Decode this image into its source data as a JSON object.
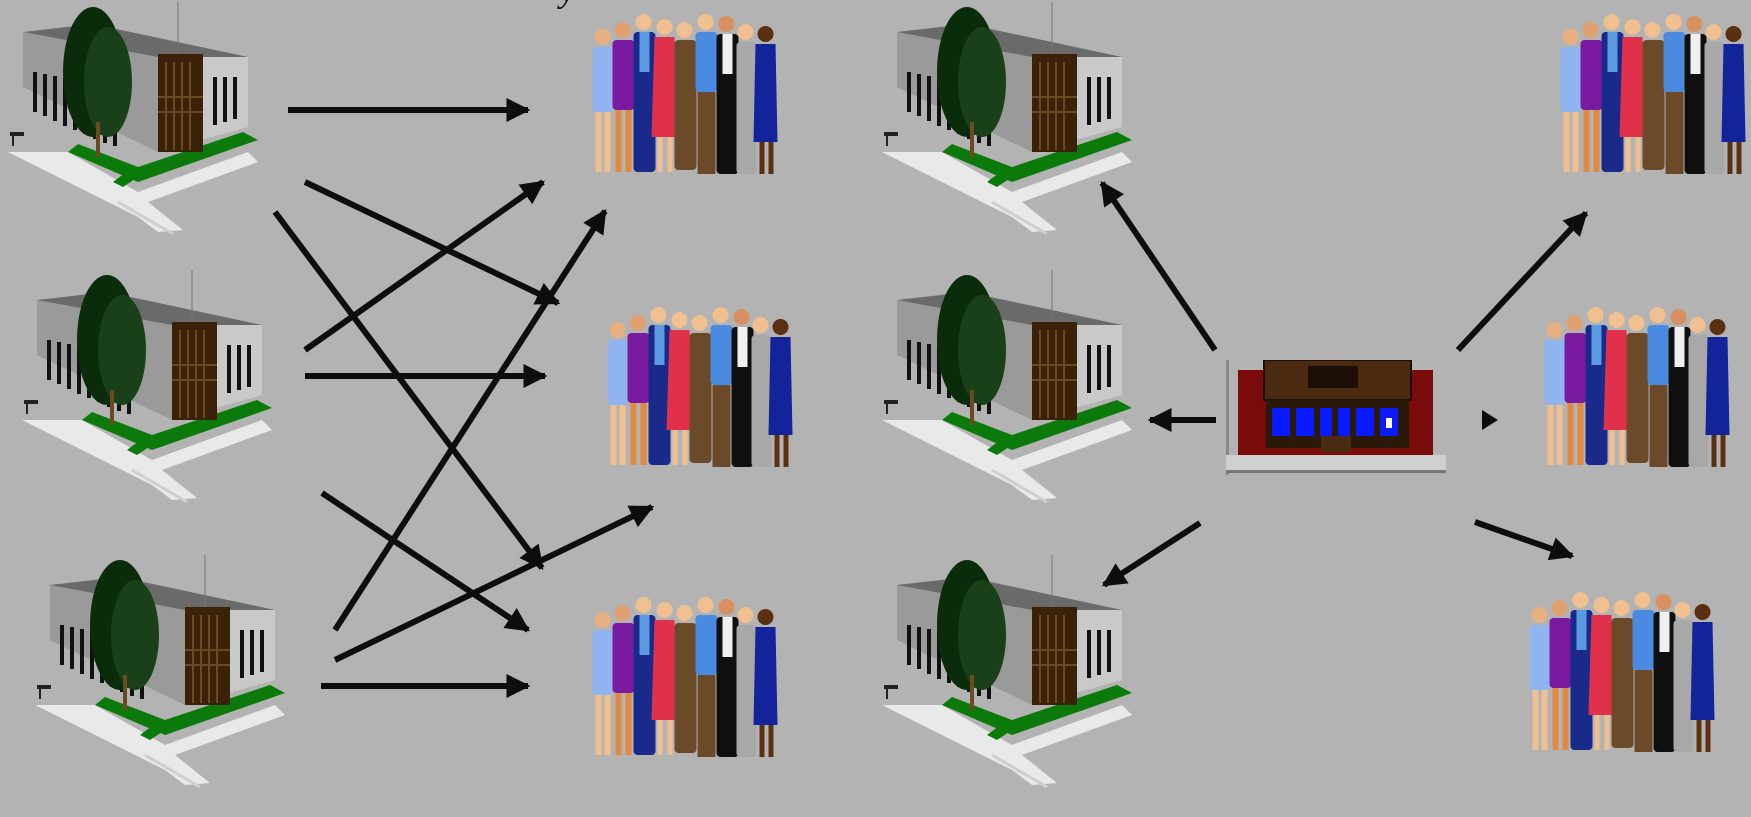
{
  "canvas": {
    "background": "#b3b3b3"
  },
  "title_fragment": "y",
  "palette": {
    "building_wall": "#8a8a8a",
    "building_light": "#c8c8c8",
    "building_dark": "#5e5e5e",
    "window": "#0f0f0f",
    "tree": "#0a2c0a",
    "tree_light": "#1e4d1e",
    "door": "#3a2108",
    "lawn": "#0b7a0b",
    "walkway": "#e6e6e6",
    "store_brick": "#7a0b0b",
    "store_roof": "#4a2a10",
    "store_glass": "#0a1aff",
    "arrow": "#0d0d0d",
    "person_colors": [
      "#8fb4ef",
      "#7a1aa0",
      "#1a2a8a",
      "#e0304a",
      "#6b4a2a",
      "#4a8ae0",
      "#0f0f0f",
      "#a8a8a8",
      "#13239a"
    ]
  },
  "diagrams": [
    {
      "name": "many-to-many",
      "buildings": [
        "building-1",
        "building-2",
        "building-3"
      ],
      "groups": [
        "customer-group-1",
        "customer-group-2",
        "customer-group-3"
      ],
      "connections": [
        {
          "from": 1,
          "to": 1
        },
        {
          "from": 1,
          "to": 2
        },
        {
          "from": 1,
          "to": 3
        },
        {
          "from": 2,
          "to": 1
        },
        {
          "from": 2,
          "to": 2
        },
        {
          "from": 2,
          "to": 3
        },
        {
          "from": 3,
          "to": 1
        },
        {
          "from": 3,
          "to": 2
        },
        {
          "from": 3,
          "to": 3
        }
      ]
    },
    {
      "name": "hub-and-spoke",
      "hub": "storefront",
      "buildings": [
        "building-1",
        "building-2",
        "building-3"
      ],
      "groups": [
        "customer-group-1",
        "customer-group-2",
        "customer-group-3"
      ]
    }
  ]
}
